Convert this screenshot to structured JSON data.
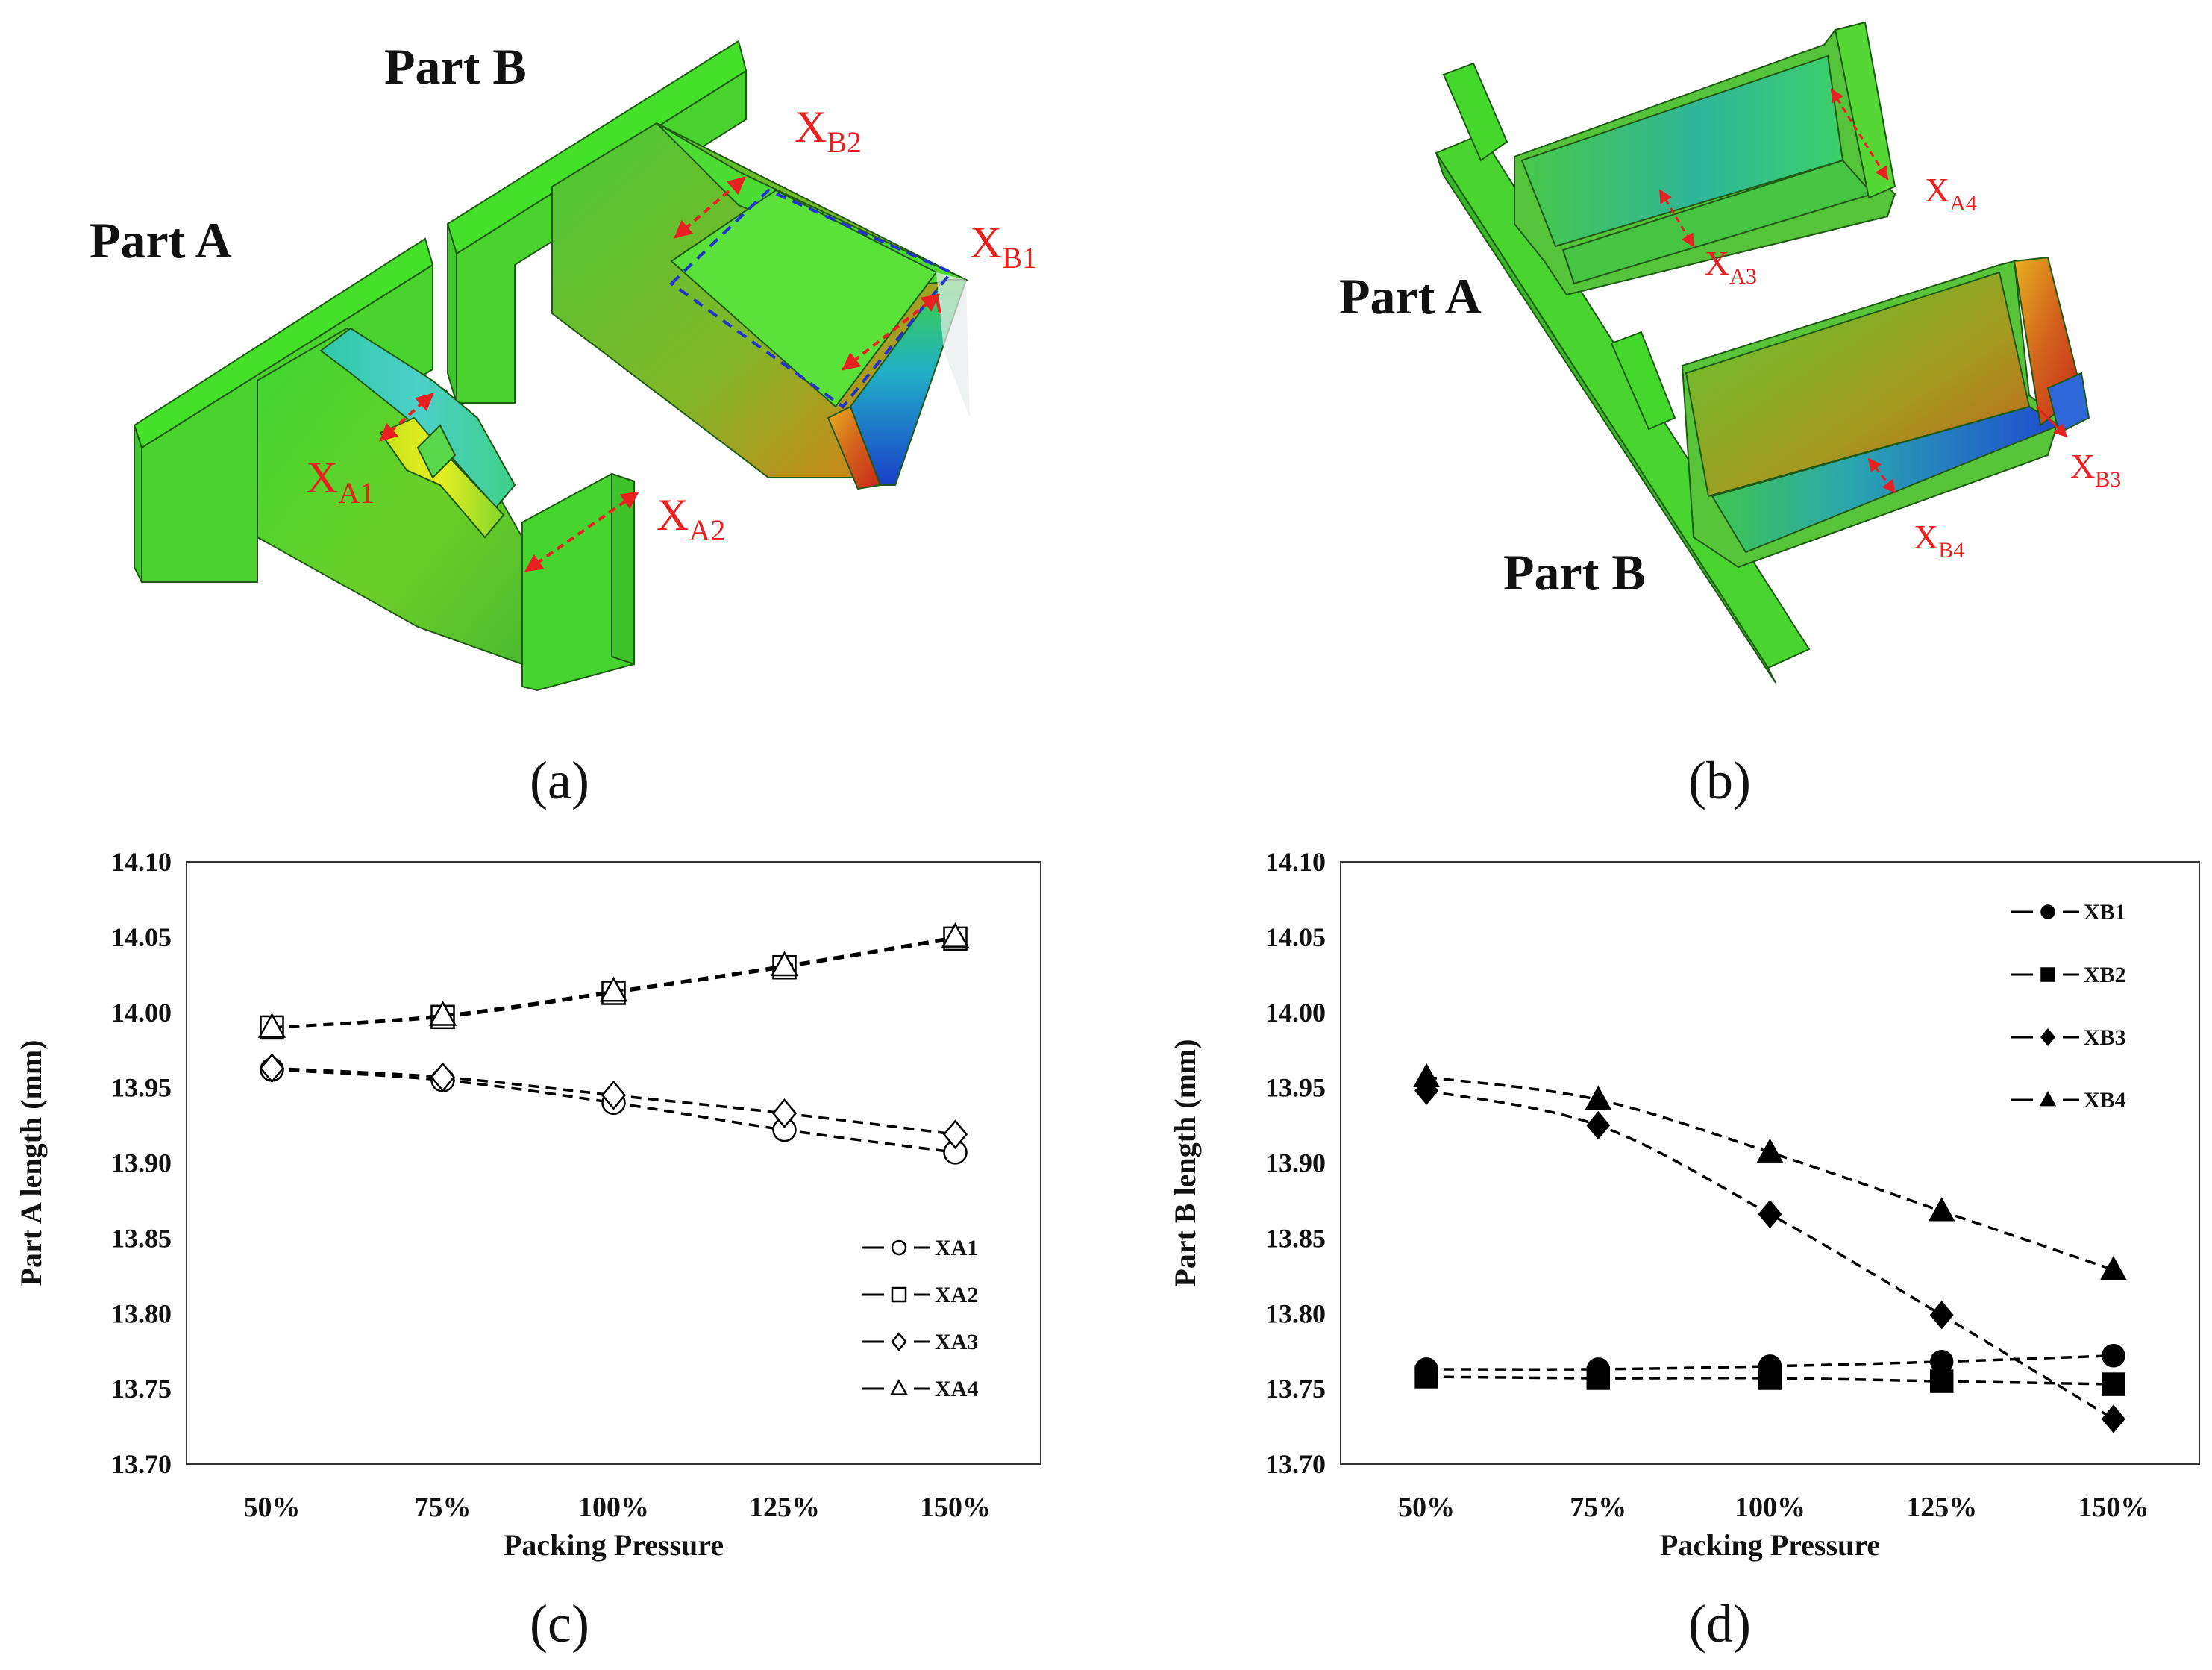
{
  "panels": {
    "a": {
      "caption": "(a)",
      "labels": {
        "part_a": "Part A",
        "part_b": "Part B",
        "xa1": {
          "main": "X",
          "sub": "A1"
        },
        "xa2": {
          "main": "X",
          "sub": "A2"
        },
        "xb1": {
          "main": "X",
          "sub": "B1"
        },
        "xb2": {
          "main": "X",
          "sub": "B2"
        }
      }
    },
    "b": {
      "caption": "(b)",
      "labels": {
        "part_a": "Part A",
        "part_b": "Part B",
        "xa3": {
          "main": "X",
          "sub": "A3"
        },
        "xa4": {
          "main": "X",
          "sub": "A4"
        },
        "xb3": {
          "main": "X",
          "sub": "B3"
        },
        "xb4": {
          "main": "X",
          "sub": "B4"
        }
      }
    },
    "c": {
      "caption": "(c)"
    },
    "d": {
      "caption": "(d)"
    }
  },
  "colors": {
    "mesh_green": "#33dd22",
    "annotation_red": "#e82020",
    "annotation_blue": "#2233cc",
    "line_black": "#000000"
  },
  "chart_data": [
    {
      "type": "line",
      "title": "",
      "xlabel": "Packing Pressure",
      "ylabel": "Part A length (mm)",
      "categories": [
        "50%",
        "75%",
        "100%",
        "125%",
        "150%"
      ],
      "ylim": [
        13.7,
        14.1
      ],
      "yticks": [
        "13.70",
        "13.75",
        "13.80",
        "13.85",
        "13.90",
        "13.95",
        "14.00",
        "14.05",
        "14.10"
      ],
      "grid": false,
      "legend": "bottom-right",
      "series": [
        {
          "name": "XA1",
          "marker": "circle-open",
          "values": [
            13.962,
            13.955,
            13.94,
            13.922,
            13.907
          ]
        },
        {
          "name": "XA2",
          "marker": "square-open",
          "values": [
            13.99,
            13.997,
            14.013,
            14.03,
            14.049
          ]
        },
        {
          "name": "XA3",
          "marker": "diamond-open",
          "values": [
            13.963,
            13.957,
            13.945,
            13.933,
            13.919
          ]
        },
        {
          "name": "XA4",
          "marker": "triangle-open",
          "values": [
            13.99,
            13.998,
            14.014,
            14.031,
            14.05
          ]
        }
      ]
    },
    {
      "type": "line",
      "title": "",
      "xlabel": "Packing Pressure",
      "ylabel": "Part B length (mm)",
      "categories": [
        "50%",
        "75%",
        "100%",
        "125%",
        "150%"
      ],
      "ylim": [
        13.7,
        14.1
      ],
      "yticks": [
        "13.70",
        "13.75",
        "13.80",
        "13.85",
        "13.90",
        "13.95",
        "14.00",
        "14.05",
        "14.10"
      ],
      "grid": false,
      "legend": "top-right",
      "series": [
        {
          "name": "XB1",
          "marker": "circle",
          "values": [
            13.763,
            13.763,
            13.765,
            13.768,
            13.772
          ]
        },
        {
          "name": "XB2",
          "marker": "square",
          "values": [
            13.758,
            13.757,
            13.757,
            13.755,
            13.753
          ]
        },
        {
          "name": "XB3",
          "marker": "diamond",
          "values": [
            13.948,
            13.925,
            13.866,
            13.799,
            13.73
          ]
        },
        {
          "name": "XB4",
          "marker": "triangle",
          "values": [
            13.957,
            13.942,
            13.907,
            13.868,
            13.829
          ]
        }
      ]
    }
  ]
}
